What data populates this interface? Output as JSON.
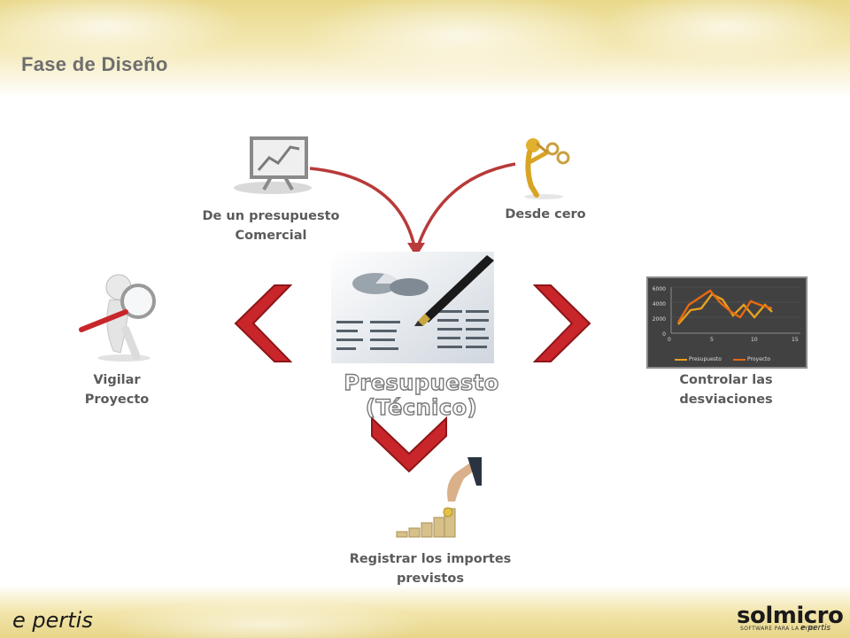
{
  "slide": {
    "title": "Fase de Diseño",
    "central_label": "Presupuesto (Técnico)",
    "nodes": {
      "from_commercial": {
        "line1": "De un presupuesto",
        "line2": "Comercial"
      },
      "from_scratch": {
        "line1": "Desde cero"
      },
      "monitor": {
        "line1": "Vigilar",
        "line2": "Proyecto"
      },
      "control": {
        "line1": "Controlar las",
        "line2": "desviaciones"
      },
      "register": {
        "line1": "Registrar los importes",
        "line2": "previstos"
      }
    }
  },
  "mini_chart": {
    "y_ticks": [
      "6000",
      "4000",
      "2000",
      "0"
    ],
    "x_ticks": [
      "0",
      "5",
      "10",
      "15"
    ],
    "legend": [
      "Presupuesto",
      "Proyecto"
    ]
  },
  "branding": {
    "left_logo": "e pertis",
    "right_logo": "solmicro",
    "right_sub": "SOFTWARE PARA LA PYME",
    "right_sub2": "e pertis"
  },
  "colors": {
    "arrow_red": "#c8262a",
    "title_gray": "#6e6e6e",
    "label_gray": "#5b5b5b",
    "band_gold": "#e9d98c",
    "series_presupuesto": "#e8a020",
    "series_proyecto": "#e86a10"
  }
}
